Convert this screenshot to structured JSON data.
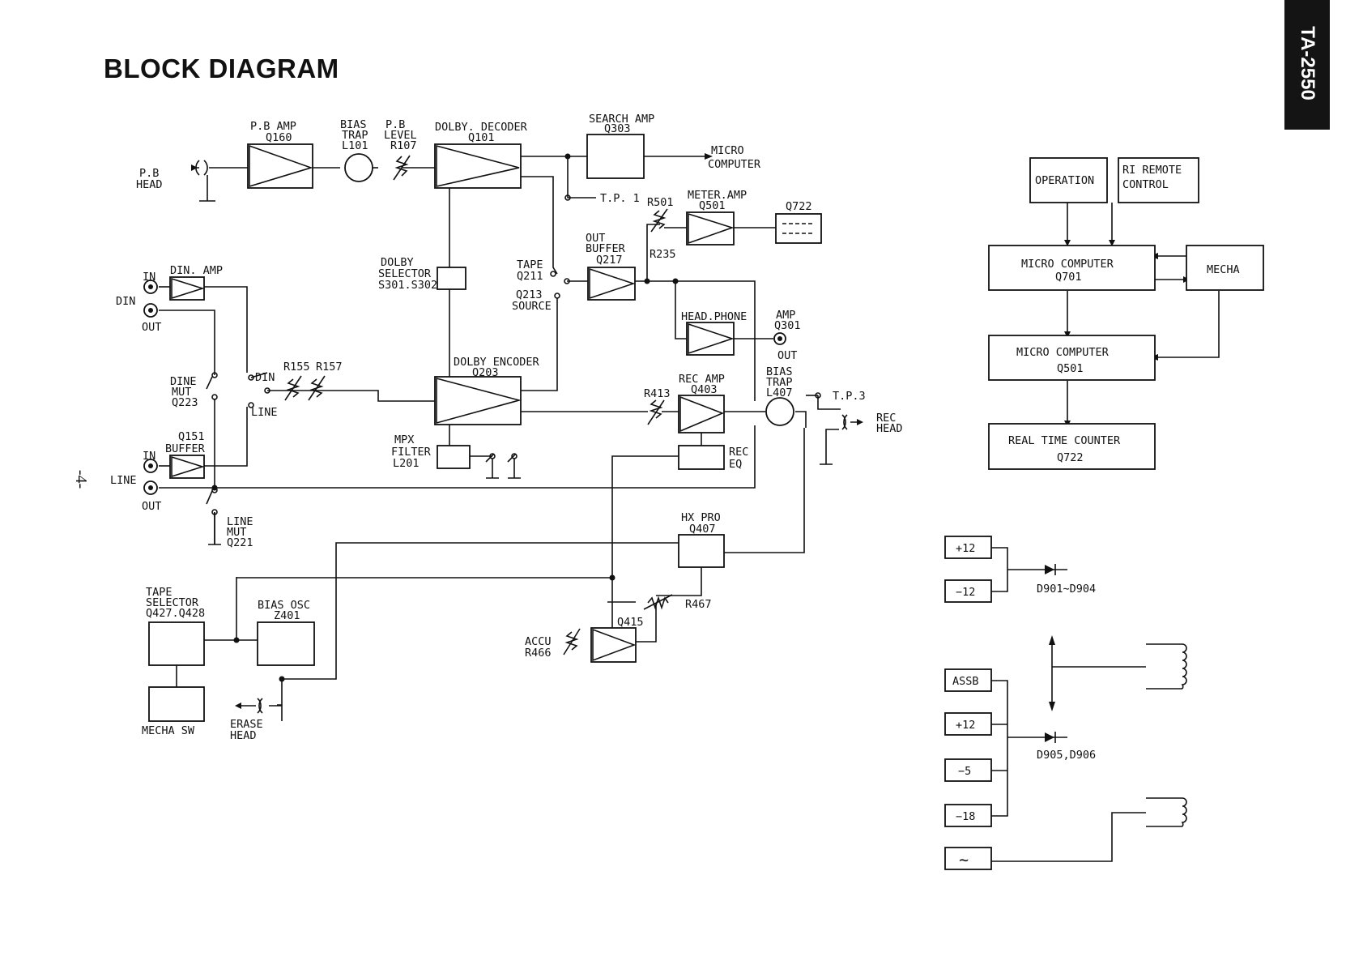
{
  "title": "BLOCK DIAGRAM",
  "model": "TA-2550",
  "page_number": "-4-",
  "labels": {
    "pb_amp": [
      "P.B  AMP",
      "Q160"
    ],
    "bias_trap1": [
      "BIAS",
      "TRAP",
      "L101"
    ],
    "pb_level": [
      "P.B",
      "LEVEL",
      "R107"
    ],
    "dolby_decoder": [
      "DOLBY. DECODER",
      "Q101"
    ],
    "search_amp": [
      "SEARCH  AMP",
      "Q303"
    ],
    "micro_computer_out": [
      "MICRO",
      "COMPUTER"
    ],
    "pb_head": [
      "P.B",
      "HEAD"
    ],
    "tp1": "T.P. 1",
    "meter_amp": [
      "METER.AMP",
      "Q501"
    ],
    "r501": "R501",
    "r235": "R235",
    "q722_meter": "Q722",
    "out_buffer": [
      "OUT",
      "BUFFER",
      "Q217"
    ],
    "tape_q211": [
      "TAPE",
      "Q211"
    ],
    "q213_source": [
      "Q213",
      "SOURCE"
    ],
    "dolby_selector": [
      "DOLBY",
      "SELECTOR",
      "S301.S302"
    ],
    "din_in": "IN",
    "din": "DIN",
    "din_out": "OUT",
    "din_amp": "DIN. AMP",
    "headphone": "HEAD.PHONE",
    "amp_q301": [
      "AMP",
      "Q301"
    ],
    "hp_out": "OUT",
    "dine_mut": [
      "DINE",
      "MUT",
      "Q223"
    ],
    "sw_din": "DIN",
    "sw_line": "LINE",
    "r155_r157": [
      "R155",
      "R157"
    ],
    "dolby_encoder": [
      "DOLBY ENCODER",
      "Q203"
    ],
    "r413": "R413",
    "rec_amp": [
      "REC  AMP",
      "Q403"
    ],
    "bias_trap2": [
      "BIAS",
      "TRAP",
      "L407"
    ],
    "tp3": "T.P.3",
    "rec_head": [
      "REC",
      "HEAD"
    ],
    "mpx_filter": [
      "MPX",
      "FILTER",
      "L201"
    ],
    "rec_eq": [
      "REC",
      "EQ"
    ],
    "q151_buffer": [
      "Q151",
      "BUFFER"
    ],
    "line_in": "IN",
    "line": "LINE",
    "line_out": "OUT",
    "line_mut": [
      "LINE",
      "MUT",
      "Q221"
    ],
    "hx_pro": [
      "HX  PRO",
      "Q407"
    ],
    "tape_selector": [
      "TAPE",
      "SELECTOR",
      "Q427.Q428"
    ],
    "bias_osc": [
      "BIAS  OSC",
      "Z401"
    ],
    "r467": "R467",
    "accu": [
      "ACCU",
      "R466"
    ],
    "q415": "Q415",
    "mecha_sw": "MECHA  SW",
    "erase_head": [
      "ERASE",
      "HEAD"
    ],
    "operation": "OPERATION",
    "ri_remote": [
      "RI  REMOTE",
      "CONTROL"
    ],
    "micro_q701": [
      "MICRO  COMPUTER",
      "Q701"
    ],
    "mecha": "MECHA",
    "micro_q501": [
      "MICRO  COMPUTER",
      "Q501"
    ],
    "real_time": [
      "REAL  TIME  COUNTER",
      "Q722"
    ]
  },
  "power": {
    "group1": [
      "+12",
      "−12"
    ],
    "diodes1": "D901∼D904",
    "group2": [
      "ASSB",
      "+12",
      "−5",
      "−18"
    ],
    "diodes2": "D905,D906",
    "ac": "∼"
  }
}
